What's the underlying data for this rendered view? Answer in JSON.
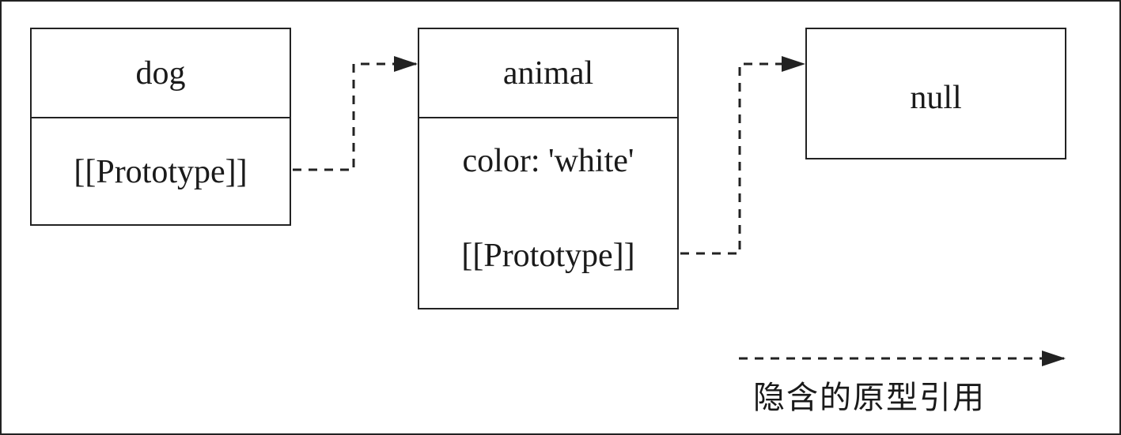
{
  "nodes": {
    "dog": {
      "title": "dog",
      "field_prototype": "[[Prototype]]"
    },
    "animal": {
      "title": "animal",
      "field_color": "color: 'white'",
      "field_prototype": "[[Prototype]]"
    },
    "null": {
      "title": "null"
    }
  },
  "legend": {
    "label": "隐含的原型引用"
  }
}
